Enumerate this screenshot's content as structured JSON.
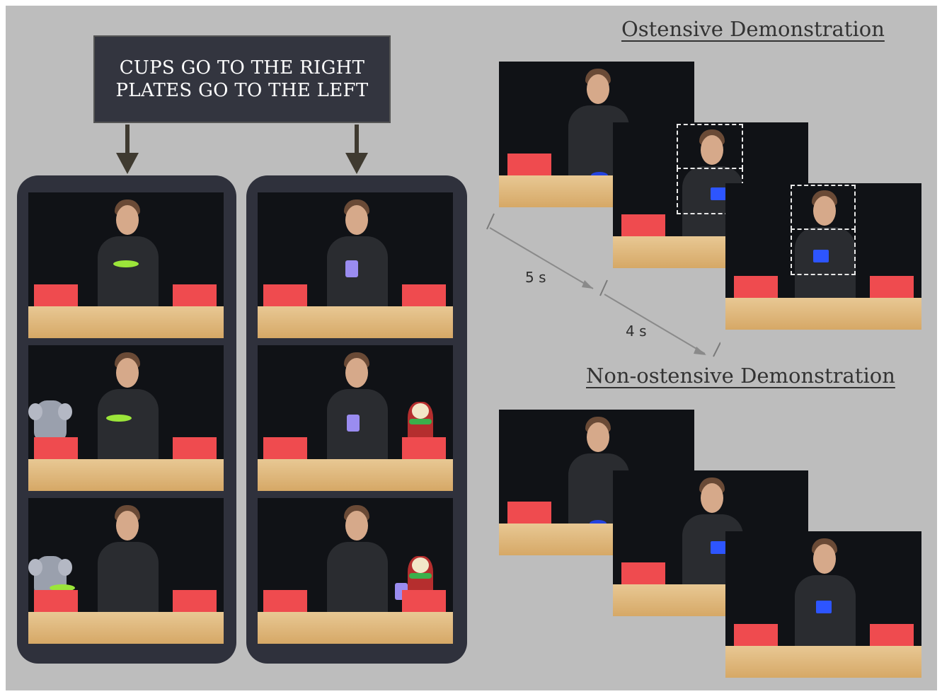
{
  "rule": {
    "line1": "CUPS GO TO THE RIGHT",
    "line2": "PLATES GO TO THE LEFT"
  },
  "labels": {
    "ostensive": "Ostensive Demonstration",
    "non_ostensive": "Non-ostensive Demonstration",
    "interval_1": "5 s",
    "interval_2": "4 s"
  },
  "colors": {
    "panel": "#2f313c",
    "rule_box": "#33353f",
    "background": "#bdbdbd",
    "card": "#ef4b4f",
    "table": "#e0b87c",
    "plate": "#9be53a",
    "cup": "#9a8cf0",
    "demo_object": "#2d55ff"
  },
  "columns": [
    {
      "rule_object": "plate",
      "destination": "left",
      "puppet": "elephant"
    },
    {
      "rule_object": "cup",
      "destination": "right",
      "puppet": "chick"
    }
  ],
  "icons": [
    "down-arrow-icon",
    "timeline-arrow-icon"
  ]
}
